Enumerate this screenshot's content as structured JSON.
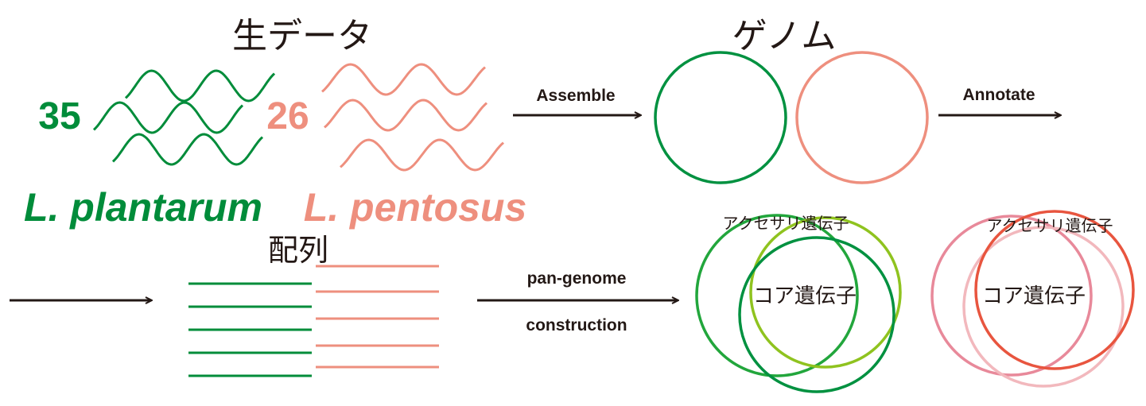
{
  "colors": {
    "green": "#008c3a",
    "pink": "#ee8f7e",
    "text": "#231815",
    "venn_green": "#22a63c",
    "venn_lime": "#8fc31f",
    "venn_dark": "#009140",
    "venn_pink": "#e8899a",
    "venn_light_pink": "#f2b8bd",
    "venn_red": "#e8553f"
  },
  "raw_data": {
    "title": "生データ",
    "plantarum_count": "35",
    "pentosus_count": "26"
  },
  "species": {
    "plantarum": "L. plantarum",
    "pentosus": "L. pentosus"
  },
  "genome": {
    "title": "ゲノム"
  },
  "sequence": {
    "title": "配列"
  },
  "arrows": {
    "assemble": "Assemble",
    "annotate": "Annotate",
    "pan_line1": "pan-genome",
    "pan_line2": "construction"
  },
  "venn_green": {
    "accessory": "アクセサリ遺伝子",
    "core": "コア遺伝子"
  },
  "venn_pink": {
    "accessory": "アクセサリ遺伝子",
    "core": "コア遺伝子"
  }
}
